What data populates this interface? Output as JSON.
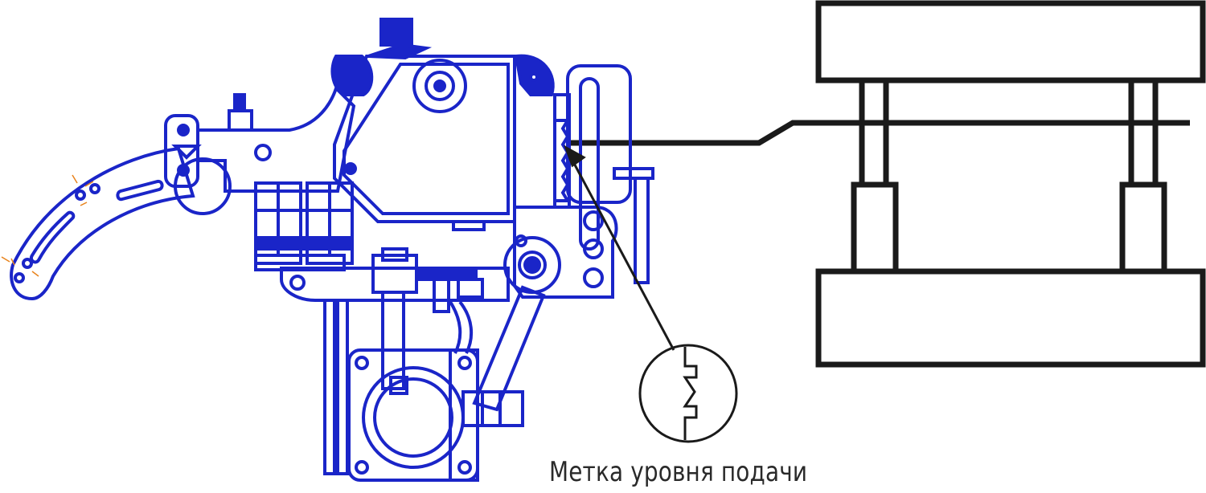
{
  "caption": {
    "text": "Метка уровня подачи"
  },
  "colors": {
    "machine": "#1a25c8",
    "press": "#1a1a1a",
    "spark": "#e8831c",
    "background": "#ffffff"
  },
  "parts": [
    "feeder-arm",
    "feeder-body",
    "press-die-set",
    "strip-material",
    "detail-callout"
  ]
}
